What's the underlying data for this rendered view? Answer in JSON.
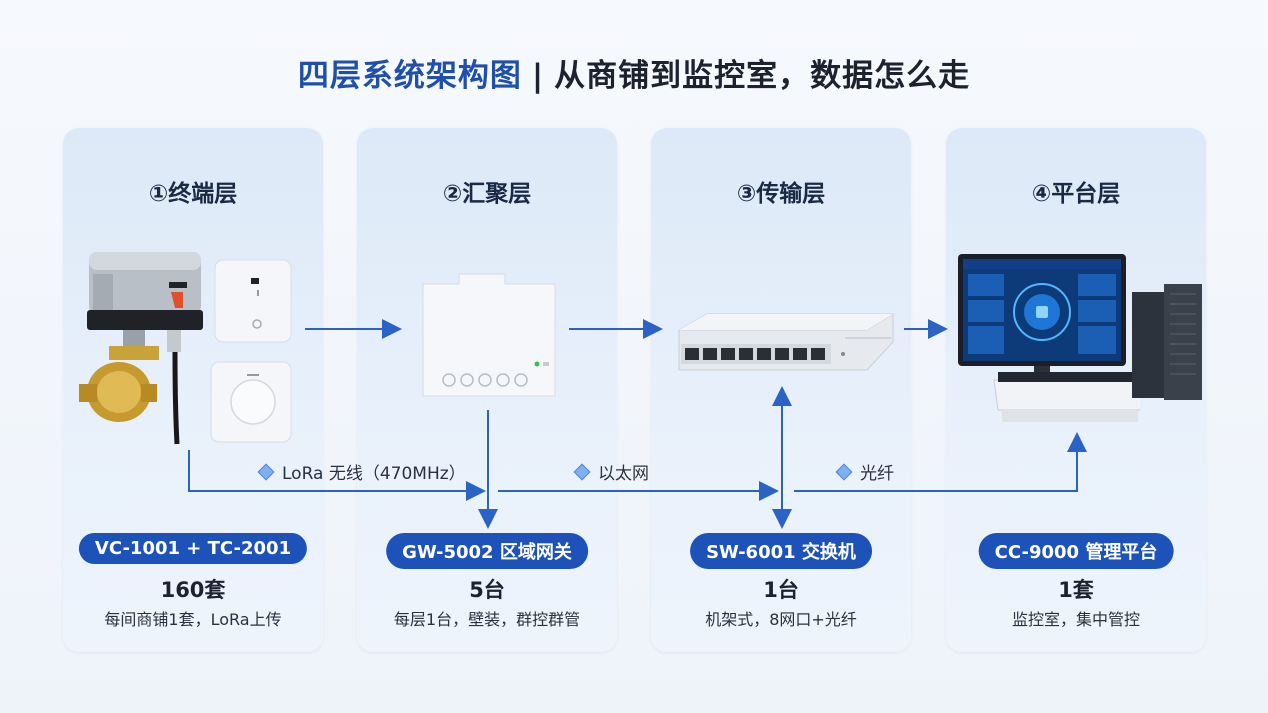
{
  "title": {
    "main": "四层系统架构图",
    "separator": "|",
    "sub": "从商铺到监控室，数据怎么走"
  },
  "layers": [
    {
      "title": "①终端层",
      "model": "VC-1001 + TC-2001",
      "count": "160套",
      "desc": "每间商铺1套，LoRa上传"
    },
    {
      "title": "②汇聚层",
      "model": "GW-5002 区域网关",
      "count": "5台",
      "desc": "每层1台，壁装，群控群管"
    },
    {
      "title": "③传输层",
      "model": "SW-6001 交换机",
      "count": "1台",
      "desc": "机架式，8网口+光纤"
    },
    {
      "title": "④平台层",
      "model": "CC-9000 管理平台",
      "count": "1套",
      "desc": "监控室，集中管控"
    }
  ],
  "links": [
    {
      "label": "LoRa 无线（470MHz）"
    },
    {
      "label": "以太网"
    },
    {
      "label": "光纤"
    }
  ],
  "colors": {
    "accent": "#1d52b8",
    "arrow": "#2a63c4",
    "title_blue": "#1f4fa8"
  },
  "icons": [
    "valve-actuator-icon",
    "thermostat-panel-icon",
    "gateway-device-icon",
    "network-switch-icon",
    "monitor-icon",
    "server-tower-icon"
  ]
}
